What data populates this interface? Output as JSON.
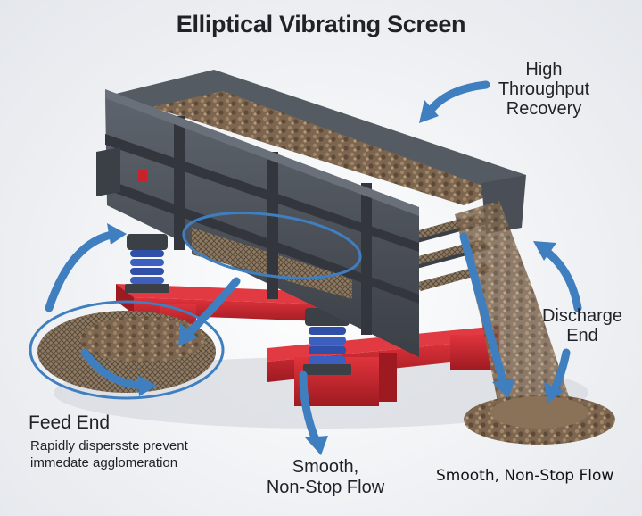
{
  "title": "Elliptical Vibrating Screen",
  "labels": {
    "high_throughput": [
      "High",
      "Throughput",
      "Recovery"
    ],
    "discharge_end": [
      "Discharge",
      "End"
    ],
    "feed_end_title": "Feed End",
    "feed_end_desc": [
      "Rapidly dispersste prevent",
      "immedate agglomeration"
    ],
    "smooth_flow": [
      "Smooth,",
      "Non-Stop Flow"
    ],
    "smooth_flow_caption": "Smooth, Non-Stop Flow"
  },
  "colors": {
    "frame": "#4a4f57",
    "frame_dark": "#33373d",
    "base": "#c8232c",
    "springs": "#2f4fa8",
    "arrows": "#3f7fc0",
    "material": "#7a6248"
  }
}
